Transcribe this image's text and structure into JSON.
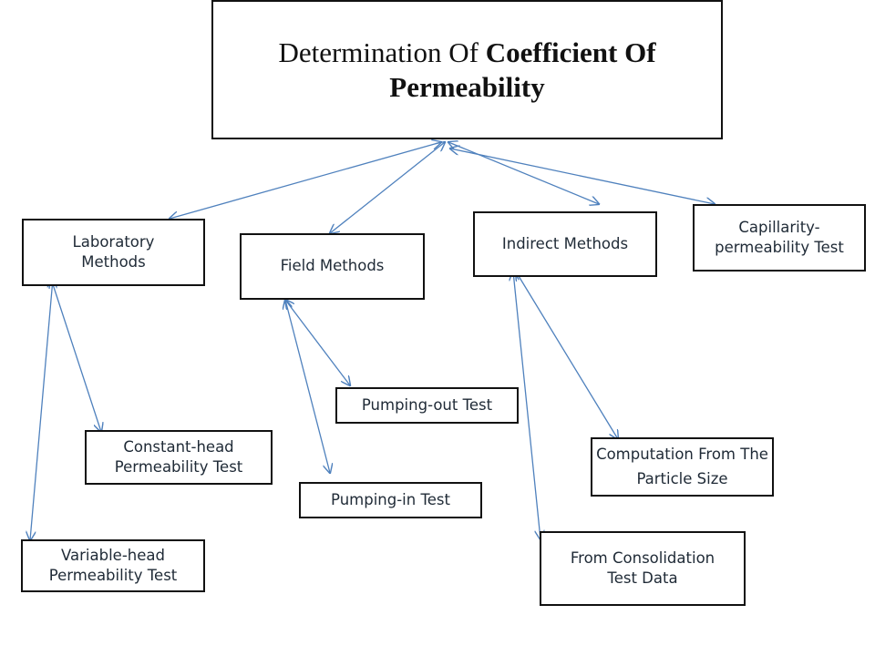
{
  "title": {
    "part_regular": "Determination  Of ",
    "part_bold": "Coefficient  Of Permeability"
  },
  "nodes": {
    "laboratory": "Laboratory Methods",
    "field": "Field Methods",
    "indirect": "Indirect Methods",
    "capillarity": "Capillarity-permeability Test",
    "constant_head": "Constant-head Permeability Test",
    "variable_head": "Variable-head Permeability Test",
    "pumping_out": "Pumping-out Test",
    "pumping_in": "Pumping-in Test",
    "computation": "Computation From The Particle Size",
    "consolidation": "From Consolidation Test Data"
  },
  "colors": {
    "connector": "#4f81bd",
    "border": "#111111",
    "text": "#1f2a36"
  }
}
